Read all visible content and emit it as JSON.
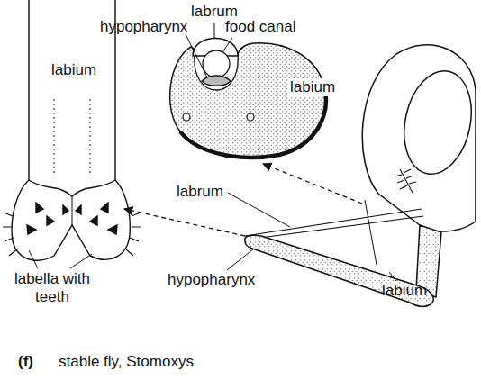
{
  "diagram": {
    "caption": "stable fly, Stomoxys",
    "labels": [
      "labrum",
      "hypopharynx",
      "food canal",
      "labium",
      "labium",
      "labrum",
      "hypopharynx",
      "labium",
      "labella with teeth",
      "(f)"
    ]
  }
}
